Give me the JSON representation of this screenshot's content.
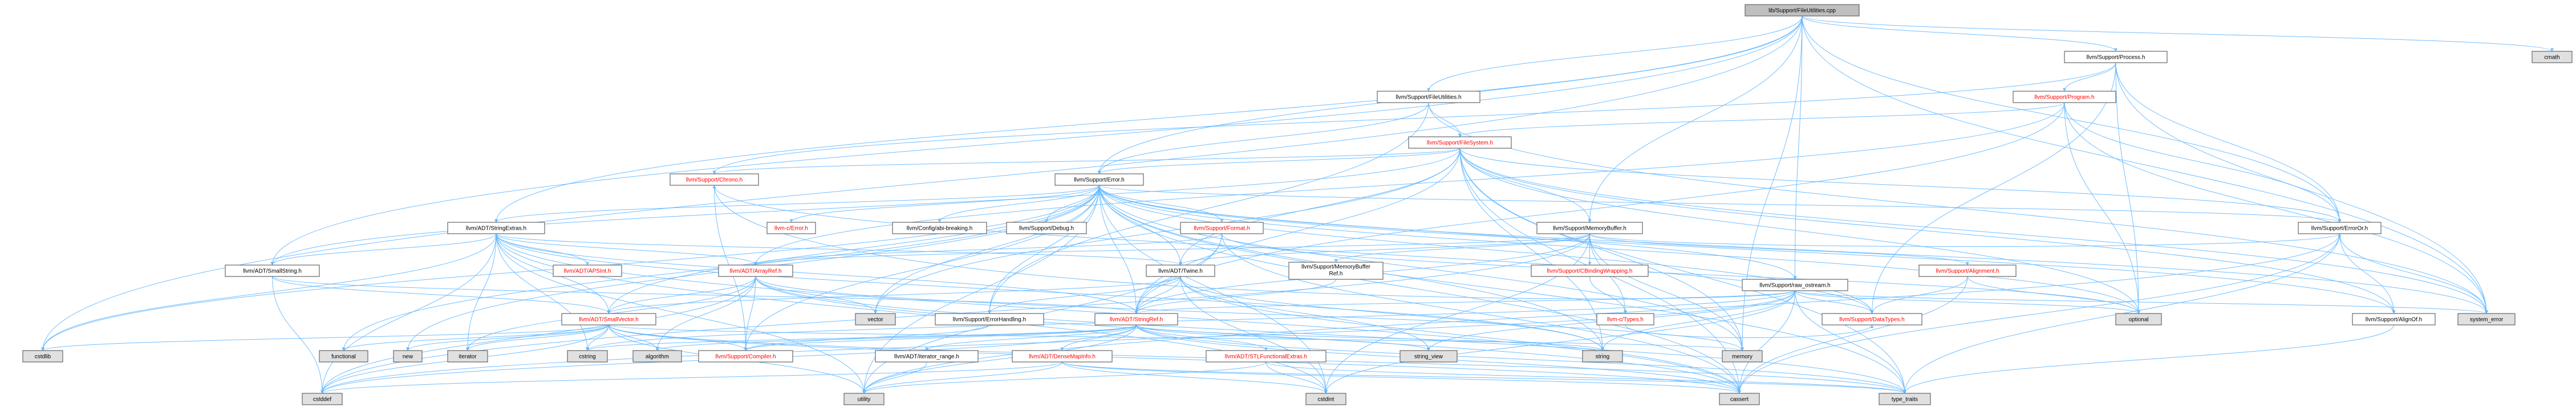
{
  "colors": {
    "root_fill": "#bfbfbf",
    "node_fill": "#ffffff",
    "external_fill": "#e0e0e0",
    "edge": "#63b8ff",
    "highlight_text": "#ff0000",
    "border": "#666666"
  },
  "nodes": [
    {
      "id": "root",
      "label": "lib/Support/FileUtilities.cpp",
      "kind": "root"
    },
    {
      "id": "process",
      "label": "llvm/Support/Process.h",
      "kind": "file"
    },
    {
      "id": "cmath",
      "label": "cmath",
      "kind": "system"
    },
    {
      "id": "fileutil",
      "label": "llvm/Support/FileUtilities.h",
      "kind": "file"
    },
    {
      "id": "program",
      "label": "llvm/Support/Program.h",
      "kind": "linked"
    },
    {
      "id": "filesystem",
      "label": "llvm/Support/FileSystem.h",
      "kind": "linked"
    },
    {
      "id": "chrono",
      "label": "llvm/Support/Chrono.h",
      "kind": "linked"
    },
    {
      "id": "error",
      "label": "llvm/Support/Error.h",
      "kind": "file"
    },
    {
      "id": "stringextras",
      "label": "llvm/ADT/StringExtras.h",
      "kind": "file"
    },
    {
      "id": "cerror",
      "label": "llvm-c/Error.h",
      "kind": "linked"
    },
    {
      "id": "abibreaking",
      "label": "llvm/Config/abi-breaking.h",
      "kind": "file"
    },
    {
      "id": "debug",
      "label": "llvm/Support/Debug.h",
      "kind": "file"
    },
    {
      "id": "format",
      "label": "llvm/Support/Format.h",
      "kind": "linked"
    },
    {
      "id": "memorybuffer",
      "label": "llvm/Support/MemoryBuffer.h",
      "kind": "file"
    },
    {
      "id": "erroror",
      "label": "llvm/Support/ErrorOr.h",
      "kind": "file"
    },
    {
      "id": "smallstring",
      "label": "llvm/ADT/SmallString.h",
      "kind": "file"
    },
    {
      "id": "apsint",
      "label": "llvm/ADT/APSInt.h",
      "kind": "linked"
    },
    {
      "id": "arrayref",
      "label": "llvm/ADT/ArrayRef.h",
      "kind": "linked"
    },
    {
      "id": "twine",
      "label": "llvm/ADT/Twine.h",
      "kind": "file"
    },
    {
      "id": "mbref",
      "label": "llvm/Support/MemoryBuffer Ref.h",
      "kind": "file"
    },
    {
      "id": "cbinding",
      "label": "llvm/Support/CBindingWrapping.h",
      "kind": "linked"
    },
    {
      "id": "alignment",
      "label": "llvm/Support/Alignment.h",
      "kind": "linked"
    },
    {
      "id": "rawostream",
      "label": "llvm/Support/raw_ostream.h",
      "kind": "file"
    },
    {
      "id": "alignof",
      "label": "llvm/Support/AlignOf.h",
      "kind": "file"
    },
    {
      "id": "optional",
      "label": "optional",
      "kind": "system"
    },
    {
      "id": "systemerror",
      "label": "system_error",
      "kind": "system"
    },
    {
      "id": "smallvector",
      "label": "llvm/ADT/SmallVector.h",
      "kind": "linked"
    },
    {
      "id": "vector",
      "label": "vector",
      "kind": "system"
    },
    {
      "id": "errorhandling",
      "label": "llvm/Support/ErrorHandling.h",
      "kind": "file"
    },
    {
      "id": "stringref",
      "label": "llvm/ADT/StringRef.h",
      "kind": "linked"
    },
    {
      "id": "ctypes",
      "label": "llvm-c/Types.h",
      "kind": "linked"
    },
    {
      "id": "datatypes",
      "label": "llvm/Support/DataTypes.h",
      "kind": "linked"
    },
    {
      "id": "cstdlib",
      "label": "cstdlib",
      "kind": "system"
    },
    {
      "id": "functional",
      "label": "functional",
      "kind": "system"
    },
    {
      "id": "new",
      "label": "new",
      "kind": "system"
    },
    {
      "id": "iterator",
      "label": "iterator",
      "kind": "system"
    },
    {
      "id": "cstring",
      "label": "cstring",
      "kind": "system"
    },
    {
      "id": "algorithm",
      "label": "algorithm",
      "kind": "system"
    },
    {
      "id": "compiler",
      "label": "llvm/Support/Compiler.h",
      "kind": "linked"
    },
    {
      "id": "iterrange",
      "label": "llvm/ADT/iterator_range.h",
      "kind": "file"
    },
    {
      "id": "densemapinfo",
      "label": "llvm/ADT/DenseMapInfo.h",
      "kind": "linked"
    },
    {
      "id": "stlfunctional",
      "label": "llvm/ADT/STLFunctionalExtras.h",
      "kind": "linked"
    },
    {
      "id": "stringview",
      "label": "string_view",
      "kind": "system"
    },
    {
      "id": "string",
      "label": "string",
      "kind": "system"
    },
    {
      "id": "memory",
      "label": "memory",
      "kind": "system"
    },
    {
      "id": "cstddef",
      "label": "cstddef",
      "kind": "system"
    },
    {
      "id": "utility",
      "label": "utility",
      "kind": "system"
    },
    {
      "id": "cstdint",
      "label": "cstdint",
      "kind": "system"
    },
    {
      "id": "cassert",
      "label": "cassert",
      "kind": "system"
    },
    {
      "id": "typetraits",
      "label": "type_traits",
      "kind": "system"
    }
  ],
  "edges": [
    [
      "root",
      "process"
    ],
    [
      "root",
      "cmath"
    ],
    [
      "root",
      "fileutil"
    ],
    [
      "root",
      "error"
    ],
    [
      "root",
      "stringextras"
    ],
    [
      "root",
      "smallstring"
    ],
    [
      "root",
      "memorybuffer"
    ],
    [
      "root",
      "rawostream"
    ],
    [
      "root",
      "cstdlib"
    ],
    [
      "root",
      "memory"
    ],
    [
      "root",
      "systemerror"
    ],
    [
      "root",
      "erroror"
    ],
    [
      "process",
      "program"
    ],
    [
      "process",
      "erroror"
    ],
    [
      "process",
      "optional"
    ],
    [
      "process",
      "systemerror"
    ],
    [
      "process",
      "datatypes"
    ],
    [
      "process",
      "chrono"
    ],
    [
      "fileutil",
      "filesystem"
    ],
    [
      "fileutil",
      "error"
    ],
    [
      "fileutil",
      "errorhandling"
    ],
    [
      "fileutil",
      "systemerror"
    ],
    [
      "program",
      "filesystem"
    ],
    [
      "program",
      "erroror"
    ],
    [
      "program",
      "optional"
    ],
    [
      "program",
      "systemerror"
    ],
    [
      "program",
      "arrayref"
    ],
    [
      "program",
      "stringref"
    ],
    [
      "filesystem",
      "chrono"
    ],
    [
      "filesystem",
      "error"
    ],
    [
      "filesystem",
      "erroror"
    ],
    [
      "filesystem",
      "memorybuffer"
    ],
    [
      "filesystem",
      "smallstring"
    ],
    [
      "filesystem",
      "twine"
    ],
    [
      "filesystem",
      "stringref"
    ],
    [
      "filesystem",
      "alignof"
    ],
    [
      "filesystem",
      "memory"
    ],
    [
      "filesystem",
      "string"
    ],
    [
      "filesystem",
      "systemerror"
    ],
    [
      "filesystem",
      "vector"
    ],
    [
      "filesystem",
      "cassert"
    ],
    [
      "filesystem",
      "typetraits"
    ],
    [
      "filesystem",
      "optional"
    ],
    [
      "chrono",
      "compiler"
    ],
    [
      "chrono",
      "datatypes"
    ],
    [
      "error",
      "cerror"
    ],
    [
      "error",
      "abibreaking"
    ],
    [
      "error",
      "debug"
    ],
    [
      "error",
      "format"
    ],
    [
      "error",
      "stringextras"
    ],
    [
      "error",
      "smallvector"
    ],
    [
      "error",
      "twine"
    ],
    [
      "error",
      "erroror"
    ],
    [
      "error",
      "alignof"
    ],
    [
      "error",
      "errorhandling"
    ],
    [
      "error",
      "stringref"
    ],
    [
      "error",
      "compiler"
    ],
    [
      "error",
      "rawostream"
    ],
    [
      "error",
      "memory"
    ],
    [
      "error",
      "cstdlib"
    ],
    [
      "error",
      "cassert"
    ],
    [
      "error",
      "cstdint"
    ],
    [
      "error",
      "functional"
    ],
    [
      "error",
      "new"
    ],
    [
      "error",
      "optional"
    ],
    [
      "error",
      "string"
    ],
    [
      "error",
      "systemerror"
    ],
    [
      "error",
      "typetraits"
    ],
    [
      "error",
      "utility"
    ],
    [
      "error",
      "vector"
    ],
    [
      "error",
      "datatypes"
    ],
    [
      "stringextras",
      "apsint"
    ],
    [
      "stringextras",
      "arrayref"
    ],
    [
      "stringextras",
      "smallstring"
    ],
    [
      "stringextras",
      "smallvector"
    ],
    [
      "stringextras",
      "stringref"
    ],
    [
      "stringextras",
      "twine"
    ],
    [
      "stringextras",
      "cassert"
    ],
    [
      "stringextras",
      "cstddef"
    ],
    [
      "stringextras",
      "cstdint"
    ],
    [
      "stringextras",
      "cstdlib"
    ],
    [
      "stringextras",
      "cstring"
    ],
    [
      "stringextras",
      "iterator"
    ],
    [
      "stringextras",
      "string"
    ],
    [
      "stringextras",
      "utility"
    ],
    [
      "format",
      "arrayref"
    ],
    [
      "format",
      "stringref"
    ],
    [
      "format",
      "cassert"
    ],
    [
      "format",
      "cstdio"
    ],
    [
      "format",
      "optional"
    ],
    [
      "format",
      "tuple"
    ],
    [
      "format",
      "utility"
    ],
    [
      "memorybuffer",
      "cbinding"
    ],
    [
      "memorybuffer",
      "alignment"
    ],
    [
      "memorybuffer",
      "mbref"
    ],
    [
      "memorybuffer",
      "arrayref"
    ],
    [
      "memorybuffer",
      "stringref"
    ],
    [
      "memorybuffer",
      "twine"
    ],
    [
      "memorybuffer",
      "erroror"
    ],
    [
      "memorybuffer",
      "memory"
    ],
    [
      "memorybuffer",
      "cstddef"
    ],
    [
      "memorybuffer",
      "cstdint"
    ],
    [
      "memorybuffer",
      "ctypes"
    ],
    [
      "erroror",
      "alignof"
    ],
    [
      "erroror",
      "cassert"
    ],
    [
      "erroror",
      "systemerror"
    ],
    [
      "erroror",
      "typetraits"
    ],
    [
      "erroror",
      "utility"
    ],
    [
      "smallstring",
      "smallvector"
    ],
    [
      "smallstring",
      "stringref"
    ],
    [
      "smallstring",
      "cstddef"
    ],
    [
      "arrayref",
      "smallvector"
    ],
    [
      "arrayref",
      "compiler"
    ],
    [
      "arrayref",
      "algorithm"
    ],
    [
      "arrayref",
      "array"
    ],
    [
      "arrayref",
      "cassert"
    ],
    [
      "arrayref",
      "cstddef"
    ],
    [
      "arrayref",
      "initializer_list"
    ],
    [
      "arrayref",
      "iterator"
    ],
    [
      "arrayref",
      "memory"
    ],
    [
      "arrayref",
      "typetraits"
    ],
    [
      "arrayref",
      "vector"
    ],
    [
      "twine",
      "smallvector"
    ],
    [
      "twine",
      "stringref"
    ],
    [
      "twine",
      "errorhandling"
    ],
    [
      "twine",
      "cassert"
    ],
    [
      "twine",
      "cstdint"
    ],
    [
      "twine",
      "string"
    ],
    [
      "twine",
      "stringview"
    ],
    [
      "mbref",
      "stringref"
    ],
    [
      "cbinding",
      "ctypes"
    ],
    [
      "alignment",
      "cassert"
    ],
    [
      "alignment",
      "optional"
    ],
    [
      "alignment",
      "datatypes"
    ],
    [
      "rawostream",
      "stringref"
    ],
    [
      "rawostream",
      "datatypes"
    ],
    [
      "rawostream",
      "cassert"
    ],
    [
      "rawostream",
      "chrono"
    ],
    [
      "rawostream",
      "cstddef"
    ],
    [
      "rawostream",
      "cstdint"
    ],
    [
      "rawostream",
      "cstring"
    ],
    [
      "rawostream",
      "optional"
    ],
    [
      "rawostream",
      "string"
    ],
    [
      "rawostream",
      "stringview"
    ],
    [
      "rawostream",
      "systemerror"
    ],
    [
      "rawostream",
      "typetraits"
    ],
    [
      "alignof",
      "typetraits"
    ],
    [
      "smallvector",
      "compiler"
    ],
    [
      "smallvector",
      "algorithm"
    ],
    [
      "smallvector",
      "cassert"
    ],
    [
      "smallvector",
      "cstddef"
    ],
    [
      "smallvector",
      "cstdlib"
    ],
    [
      "smallvector",
      "cstring"
    ],
    [
      "smallvector",
      "functional"
    ],
    [
      "smallvector",
      "iterator"
    ],
    [
      "smallvector",
      "memory"
    ],
    [
      "smallvector",
      "new"
    ],
    [
      "smallvector",
      "typetraits"
    ],
    [
      "smallvector",
      "utility"
    ],
    [
      "errorhandling",
      "compiler"
    ],
    [
      "stringref",
      "densemapinfo"
    ],
    [
      "stringref",
      "stlfunctional"
    ],
    [
      "stringref",
      "iterrange"
    ],
    [
      "stringref",
      "compiler"
    ],
    [
      "stringref",
      "algorithm"
    ],
    [
      "stringref",
      "cassert"
    ],
    [
      "stringref",
      "cstddef"
    ],
    [
      "stringref",
      "cstring"
    ],
    [
      "stringref",
      "limits"
    ],
    [
      "stringref",
      "string"
    ],
    [
      "stringref",
      "stringview"
    ],
    [
      "stringref",
      "typetraits"
    ],
    [
      "stringref",
      "utility"
    ],
    [
      "ctypes",
      "datatypes"
    ],
    [
      "iterrange",
      "utility"
    ],
    [
      "densemapinfo",
      "cassert"
    ],
    [
      "densemapinfo",
      "cstddef"
    ],
    [
      "densemapinfo",
      "cstdint"
    ],
    [
      "densemapinfo",
      "tuple"
    ],
    [
      "densemapinfo",
      "typetraits"
    ],
    [
      "densemapinfo",
      "utility"
    ],
    [
      "stlfunctional",
      "cstdint"
    ],
    [
      "stlfunctional",
      "typetraits"
    ],
    [
      "stlfunctional",
      "utility"
    ]
  ]
}
